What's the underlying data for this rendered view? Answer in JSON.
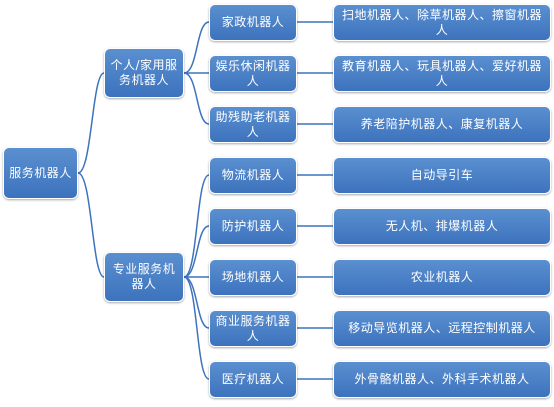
{
  "colors": {
    "node": "#4a7fc4",
    "link": "#3d73bd"
  },
  "root": {
    "label": "服务机器人"
  },
  "groups": [
    {
      "label": "个人/家用服务机器人",
      "children": [
        {
          "label": "家政机器人",
          "detail": "扫地机器人、除草机器人、擦窗机器人"
        },
        {
          "label": "娱乐休闲机器人",
          "detail": "教育机器人、玩具机器人、爱好机器人"
        },
        {
          "label": "助残助老机器人",
          "detail": "养老陪护机器人、康复机器人"
        }
      ]
    },
    {
      "label": "专业服务机器人",
      "children": [
        {
          "label": "物流机器人",
          "detail": "自动导引车"
        },
        {
          "label": "防护机器人",
          "detail": "无人机、排爆机器人"
        },
        {
          "label": "场地机器人",
          "detail": "农业机器人"
        },
        {
          "label": "商业服务机器人",
          "detail": "移动导览机器人、远程控制机器人"
        },
        {
          "label": "医疗机器人",
          "detail": "外骨骼机器人、外科手术机器人"
        }
      ]
    }
  ]
}
